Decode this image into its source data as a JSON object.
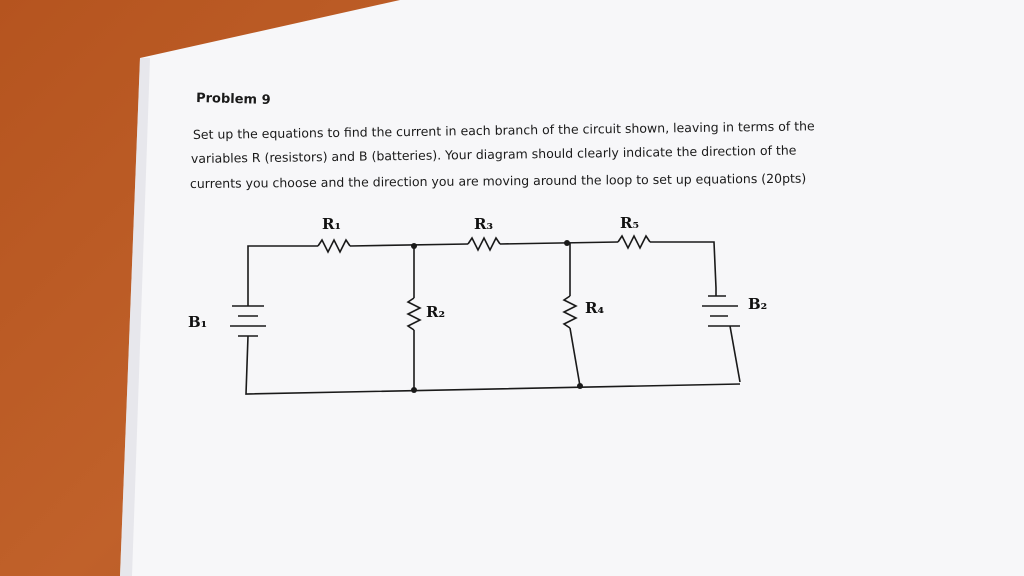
{
  "problem": {
    "title": "Problem 9",
    "lines": [
      "Set up the equations to find the current in each branch of the circuit shown, leaving in terms of the",
      "variables R (resistors) and B (batteries). Your diagram should clearly indicate the direction of the",
      "currents you choose and the direction you are moving around the loop to set up equations (20pts)"
    ]
  },
  "circuit": {
    "labels": {
      "R1": "R₁",
      "R2": "R₂",
      "R3": "R₃",
      "R4": "R₄",
      "R5": "R₅",
      "B1": "B₁",
      "B2": "B₂"
    }
  }
}
